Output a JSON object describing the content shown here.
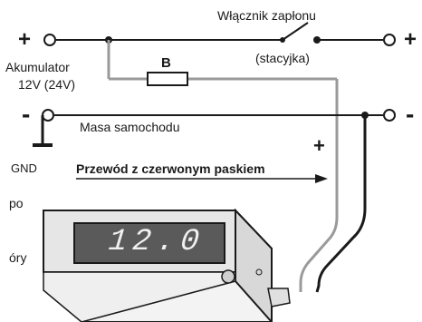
{
  "labels": {
    "switch_title": "Włącznik zapłonu",
    "switch_sub": "(stacyjka)",
    "battery_name": "Akumulator",
    "battery_voltage": "12V (24V)",
    "chassis_ground": "Masa samochodu",
    "gnd": "GND",
    "red_wire": "Przewód z czerwonym paskiem",
    "resistor": "B",
    "display_value": "12.0",
    "left_fragment_1": "po",
    "left_fragment_2": "óry"
  },
  "terminals": {
    "left_top": "+",
    "right_top": "+",
    "left_mid": "-",
    "right_mid": "-",
    "red_wire_polarity": "+"
  },
  "colors": {
    "line": "#1a1a1a",
    "red_wire_line": "#9a9a9a",
    "device_face": "#e6e6e6",
    "display_window": "#5a5a5a"
  },
  "icons": {
    "switch": "switch-symbol-icon",
    "resistor": "resistor-symbol-icon",
    "ground": "ground-symbol-icon",
    "arrow": "arrow-right-icon"
  }
}
